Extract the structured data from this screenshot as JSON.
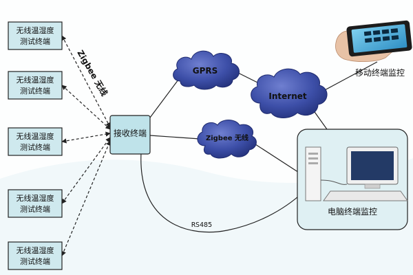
{
  "sensors": [
    {
      "line1": "无线温湿度",
      "line2": "测试终端"
    },
    {
      "line1": "无线温湿度",
      "line2": "测试终端"
    },
    {
      "line1": "无线温湿度",
      "line2": "测试终端"
    },
    {
      "line1": "无线温湿度",
      "line2": "测试终端"
    },
    {
      "line1": "无线温湿度",
      "line2": "测试终端"
    }
  ],
  "links": {
    "zigbee_wireless_left": "Zigbee 无线",
    "rs485": "RS485"
  },
  "receiver": {
    "label": "接收终端"
  },
  "clouds": {
    "gprs": "GPRS",
    "internet": "Internet",
    "zigbee": "Zigbee 无线"
  },
  "mobile": {
    "label": "移动终端监控"
  },
  "pc": {
    "label": "电脑终端监控"
  },
  "colors": {
    "sensor_box": "#cfe9ee",
    "receiver_box": "#bfe3ea",
    "cloud": "#3d4fa8",
    "cloud_shadow": "#1e2a6e",
    "pc_panel": "#dff0f3",
    "line": "#222222"
  }
}
